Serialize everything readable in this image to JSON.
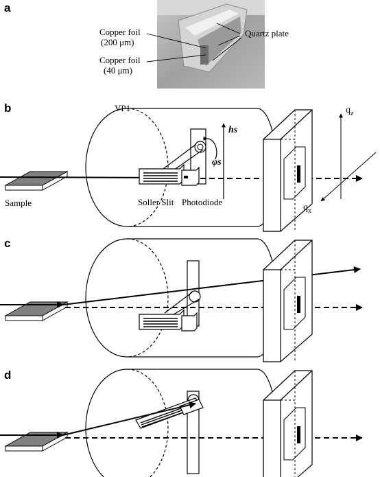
{
  "panels": {
    "a": {
      "letter": "a",
      "copper1": "Copper foil",
      "copper1_size": "(200 μm)",
      "copper2": "Copper foil",
      "copper2_size": "(40 μm)",
      "quartz": "Quartz plate"
    },
    "b": {
      "letter": "b",
      "vp1": "VP1",
      "hs": "hs",
      "phi": "φs",
      "sample": "Sample",
      "soller": "Soller Slit",
      "photodiode": "Photodiode",
      "qz": "q",
      "qz_sub": "z",
      "qx": "q",
      "qx_sub": "x"
    },
    "c": {
      "letter": "c"
    },
    "d": {
      "letter": "d"
    }
  },
  "colors": {
    "ink": "#000000",
    "sample_fill": "#808080",
    "photo_bg": "#a8a8a8"
  },
  "icons": [
    "photo-of-device",
    "cylinder",
    "detector-frame",
    "beam-arrow"
  ]
}
